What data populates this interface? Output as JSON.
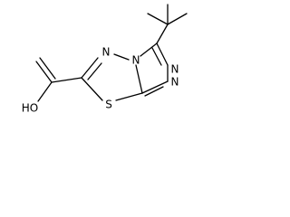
{
  "atoms": {
    "n_thiadiazole_top": "N",
    "n_bridgehead": "N",
    "n_triazole_right": "N",
    "n_triazole_bottom": "N",
    "sulfur": "S",
    "hydroxyl": "HO"
  },
  "colors": {
    "bond": "#000000",
    "label": "#000000",
    "background": "#ffffff"
  }
}
